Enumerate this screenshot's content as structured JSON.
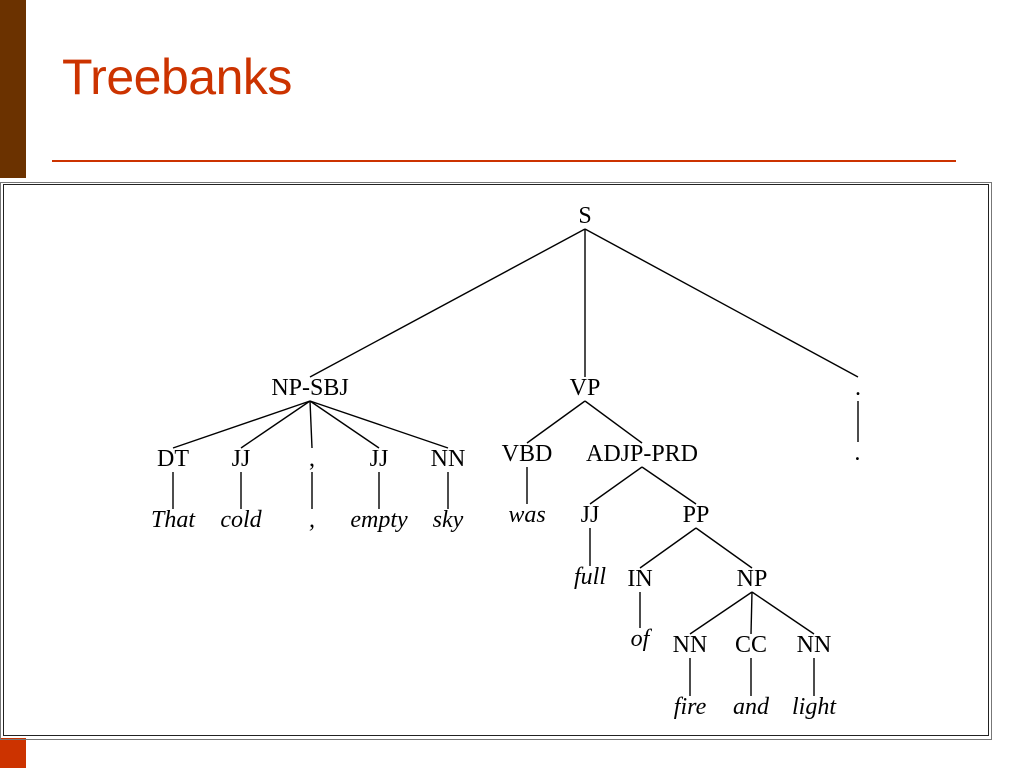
{
  "slide": {
    "title": "Treebanks",
    "accent_color": "#cc3300",
    "sidebar_color": "#6b3200"
  },
  "tree": {
    "nodes": [
      {
        "id": "S",
        "label": "S",
        "kind": "tag"
      },
      {
        "id": "NP-SBJ",
        "label": "NP-SBJ",
        "kind": "tag",
        "parent": "S"
      },
      {
        "id": "VP",
        "label": "VP",
        "kind": "tag",
        "parent": "S"
      },
      {
        "id": "PUNCT",
        "label": ".",
        "kind": "tag",
        "parent": "S"
      },
      {
        "id": "DT",
        "label": "DT",
        "kind": "tag",
        "parent": "NP-SBJ"
      },
      {
        "id": "JJ1",
        "label": "JJ",
        "kind": "tag",
        "parent": "NP-SBJ"
      },
      {
        "id": "COMMA",
        "label": ",",
        "kind": "tag",
        "parent": "NP-SBJ"
      },
      {
        "id": "JJ2",
        "label": "JJ",
        "kind": "tag",
        "parent": "NP-SBJ"
      },
      {
        "id": "NN1",
        "label": "NN",
        "kind": "tag",
        "parent": "NP-SBJ"
      },
      {
        "id": "w_that",
        "label": "That",
        "kind": "word",
        "parent": "DT"
      },
      {
        "id": "w_cold",
        "label": "cold",
        "kind": "word",
        "parent": "JJ1"
      },
      {
        "id": "w_comma",
        "label": ",",
        "kind": "word",
        "parent": "COMMA"
      },
      {
        "id": "w_empty",
        "label": "empty",
        "kind": "word",
        "parent": "JJ2"
      },
      {
        "id": "w_sky",
        "label": "sky",
        "kind": "word",
        "parent": "NN1"
      },
      {
        "id": "VBD",
        "label": "VBD",
        "kind": "tag",
        "parent": "VP"
      },
      {
        "id": "ADJP-PRD",
        "label": "ADJP-PRD",
        "kind": "tag",
        "parent": "VP"
      },
      {
        "id": "w_was",
        "label": "was",
        "kind": "word",
        "parent": "VBD"
      },
      {
        "id": "JJ3",
        "label": "JJ",
        "kind": "tag",
        "parent": "ADJP-PRD"
      },
      {
        "id": "PP",
        "label": "PP",
        "kind": "tag",
        "parent": "ADJP-PRD"
      },
      {
        "id": "w_full",
        "label": "full",
        "kind": "word",
        "parent": "JJ3"
      },
      {
        "id": "IN",
        "label": "IN",
        "kind": "tag",
        "parent": "PP"
      },
      {
        "id": "NP",
        "label": "NP",
        "kind": "tag",
        "parent": "PP"
      },
      {
        "id": "w_of",
        "label": "of",
        "kind": "word",
        "parent": "IN"
      },
      {
        "id": "NN2",
        "label": "NN",
        "kind": "tag",
        "parent": "NP"
      },
      {
        "id": "CC",
        "label": "CC",
        "kind": "tag",
        "parent": "NP"
      },
      {
        "id": "NN3",
        "label": "NN",
        "kind": "tag",
        "parent": "NP"
      },
      {
        "id": "w_fire",
        "label": "fire",
        "kind": "word",
        "parent": "NN2"
      },
      {
        "id": "w_and",
        "label": "and",
        "kind": "word",
        "parent": "CC"
      },
      {
        "id": "w_light",
        "label": "light",
        "kind": "word",
        "parent": "NN3"
      },
      {
        "id": "w_period",
        "label": ".",
        "kind": "word",
        "parent": "PUNCT"
      }
    ]
  }
}
